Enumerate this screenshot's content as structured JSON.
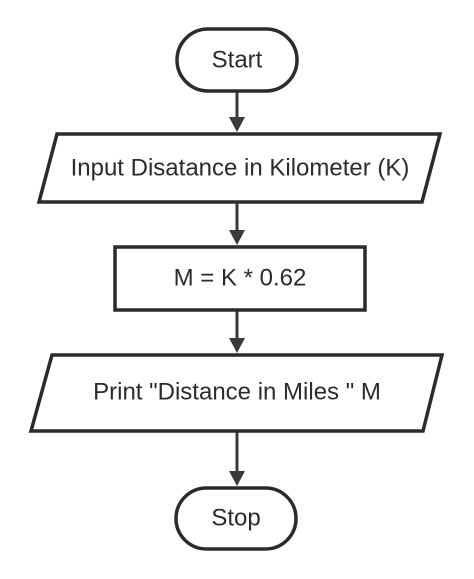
{
  "nodes": {
    "start": {
      "shape": "terminator",
      "label": "Start"
    },
    "input": {
      "shape": "input-output",
      "label": "Input Disatance in Kilometer (K)"
    },
    "process": {
      "shape": "process",
      "label": "M = K * 0.62"
    },
    "output": {
      "shape": "input-output",
      "label": "Print \"Distance in Miles \" M"
    },
    "stop": {
      "shape": "terminator",
      "label": "Stop"
    }
  },
  "edges": [
    {
      "from": "start",
      "to": "input"
    },
    {
      "from": "input",
      "to": "process"
    },
    {
      "from": "process",
      "to": "output"
    },
    {
      "from": "output",
      "to": "stop"
    }
  ],
  "colors": {
    "stroke": "#2b2b2b",
    "fill": "#ffffff",
    "connector": "#3a3a3a",
    "text": "#2b2b2b"
  }
}
